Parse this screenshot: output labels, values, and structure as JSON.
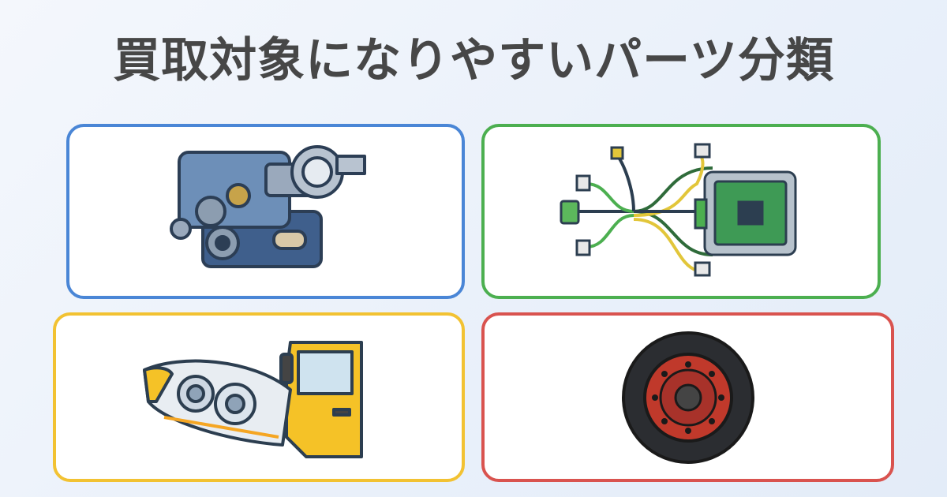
{
  "title": "買取対象になりやすいパーツ分類",
  "colors": {
    "blue": "#4a86d6",
    "green": "#4caf50",
    "yellow": "#f2c232",
    "red": "#d9534f",
    "title": "#474747"
  },
  "cards": [
    {
      "illustration": "engine-turbo-icon",
      "border": "blue"
    },
    {
      "illustration": "ecu-wiring-harness-icon",
      "border": "green"
    },
    {
      "illustration": "headlight-truck-door-icon",
      "border": "yellow"
    },
    {
      "illustration": "truck-wheel-tire-icon",
      "border": "red"
    }
  ]
}
